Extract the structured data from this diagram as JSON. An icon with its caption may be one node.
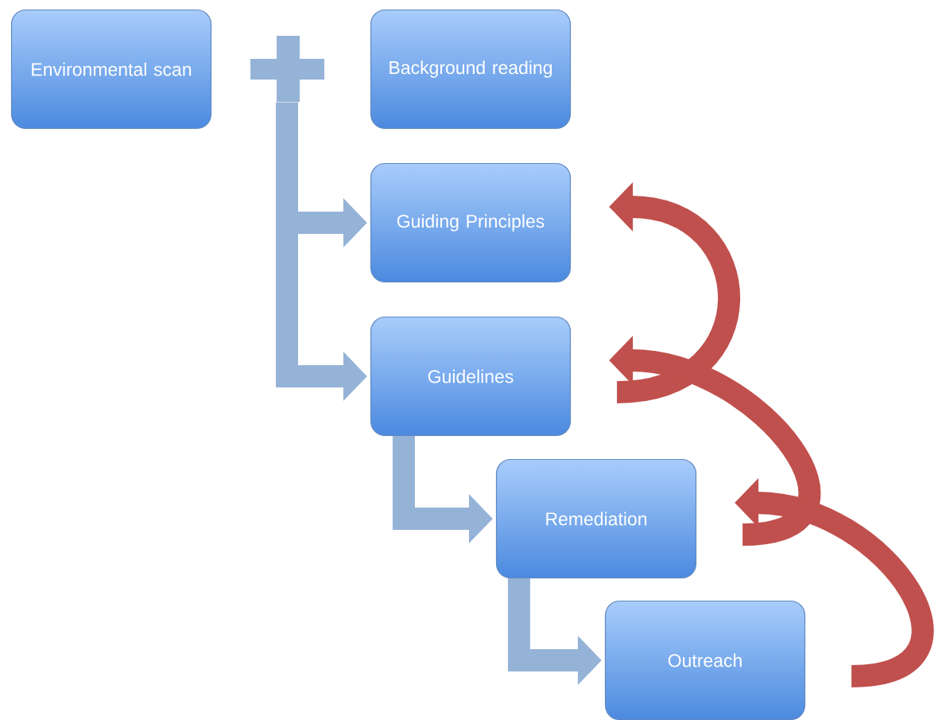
{
  "diagram": {
    "nodes": [
      {
        "text": [
          "Environmental scan"
        ]
      },
      {
        "text": [],
        "shape": "plus"
      },
      {
        "text": [
          "Background reading"
        ]
      },
      {
        "text": [
          "Guiding Principles"
        ]
      },
      {
        "text": [
          "Guidelines"
        ]
      },
      {
        "text": [
          "Remediation"
        ]
      },
      {
        "text": [
          "Outreach"
        ]
      }
    ],
    "edges": [
      {
        "from": 1,
        "to": 3,
        "arrow": "to"
      },
      {
        "from": 1,
        "to": 4,
        "arrow": "to"
      },
      {
        "from": 4,
        "to": 5,
        "arrow": "to"
      },
      {
        "from": 5,
        "to": 6,
        "arrow": "to"
      },
      {
        "from": 4,
        "to": 3,
        "arrow": "to",
        "color": "#c0504d"
      },
      {
        "from": 5,
        "to": 4,
        "arrow": "to",
        "color": "#c0504d"
      },
      {
        "from": 6,
        "to": 5,
        "arrow": "to",
        "color": "#c0504d"
      }
    ]
  }
}
